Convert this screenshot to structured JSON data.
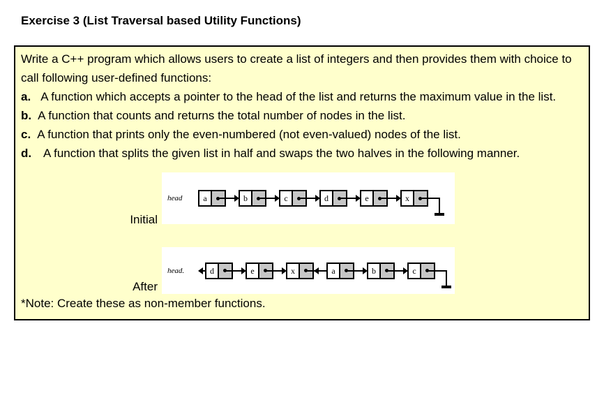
{
  "page": {
    "title": "Exercise 3 (List Traversal based Utility Functions)"
  },
  "box": {
    "intro": "Write a C++ program which allows users to create a list of integers and then provides them with choice to call following user-defined functions:",
    "items": [
      {
        "marker": "a.",
        "text": "A function which accepts a pointer to the head of the list and returns the maximum value in the list."
      },
      {
        "marker": "b.",
        "text": "A function that counts and returns the total number of nodes in the list."
      },
      {
        "marker": "c.",
        "text": "A function that prints only the even-numbered (not even-valued) nodes of the list."
      },
      {
        "marker": "d.",
        "text": "A function that splits the given list in half and swaps the two halves in the following manner."
      }
    ],
    "note": "*Note: Create these as non-member functions."
  },
  "diagrams": {
    "initial": {
      "label": "Initial",
      "head_label": "head",
      "nodes": [
        "a",
        "b",
        "c",
        "d",
        "e",
        "x"
      ],
      "head_arrow_stub": false,
      "reversed_connector_after": null,
      "terminator": "ground"
    },
    "after": {
      "label": "After",
      "head_label": "head.",
      "nodes": [
        "d",
        "e",
        "x",
        "a",
        "b",
        "c"
      ],
      "head_arrow_stub": true,
      "reversed_connector_after": "x",
      "terminator": "ground"
    }
  },
  "colors": {
    "box_background": "#FFFFCC",
    "box_border": "#000000",
    "pointer_cell_gray": "#C6C6C6",
    "diagram_background": "#FFFFFF",
    "text": "#000000"
  }
}
